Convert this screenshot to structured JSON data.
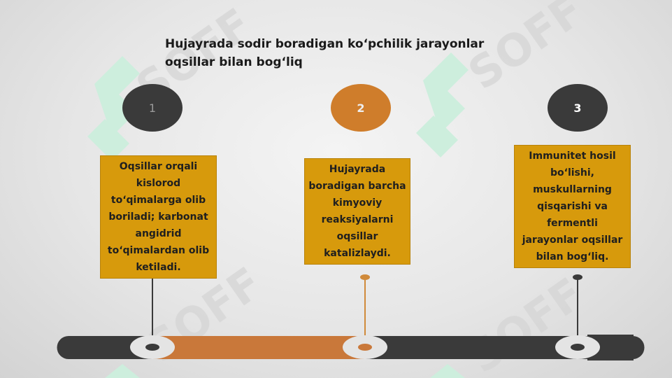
{
  "title": "Hujayrada sodir boradigan ko‘pchilik jarayonlar\n oqsillar bilan bog‘liq",
  "steps": [
    {
      "number": "1",
      "text": "Oqsillar orqali kislorod to‘qimalarga olib boriladi; karbonat angidrid to‘qimalardan olib ketiladi."
    },
    {
      "number": "2",
      "text": "Hujayrada boradigan barcha kimyoviy reaksiyalarni oqsillar katalizlaydi."
    },
    {
      "number": "3",
      "text": "Immunitet hosil bo‘lishi, muskullarning qisqarishi va fermentli jarayonlar oqsillar bilan bog‘liq."
    }
  ],
  "watermark": "SOFF",
  "colors": {
    "dark": "#3a3a3a",
    "orange": "#cf7d2b",
    "box": "#d79a0c",
    "watermark_green": "#c8ecd9"
  }
}
